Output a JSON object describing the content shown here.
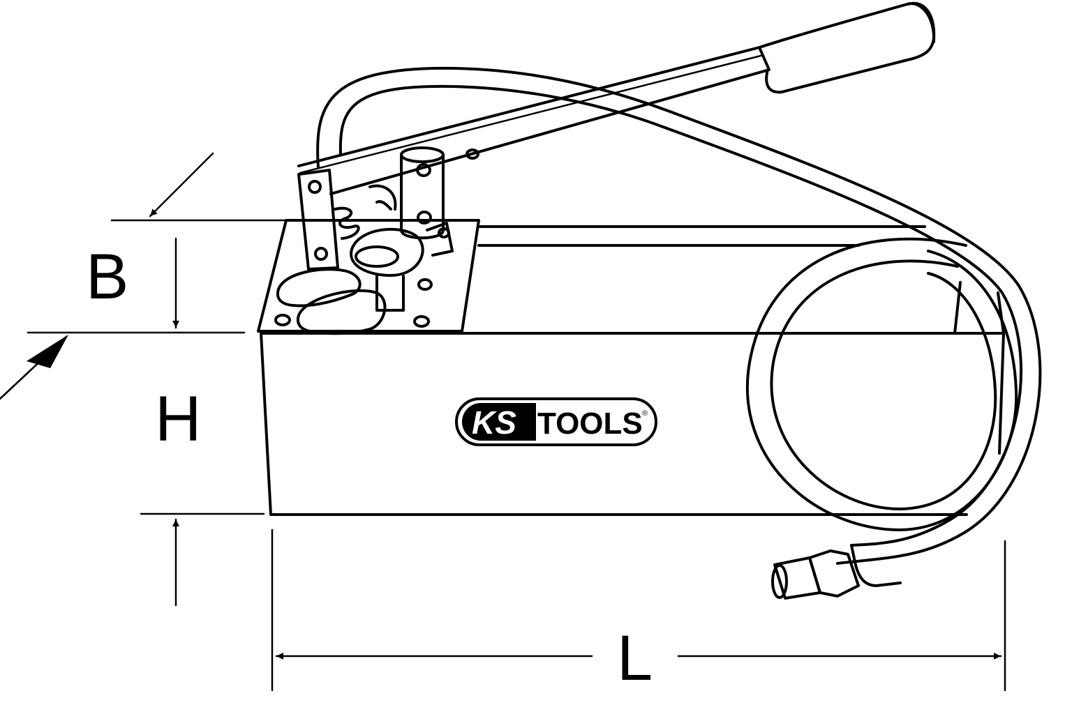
{
  "dimensions": {
    "b_label": "B",
    "h_label": "H",
    "l_label": "L"
  },
  "logo": {
    "brand_left": "KS",
    "brand_right": "TOOLS",
    "registered_mark": "®"
  },
  "colors": {
    "line": "#000000",
    "background": "#ffffff"
  }
}
